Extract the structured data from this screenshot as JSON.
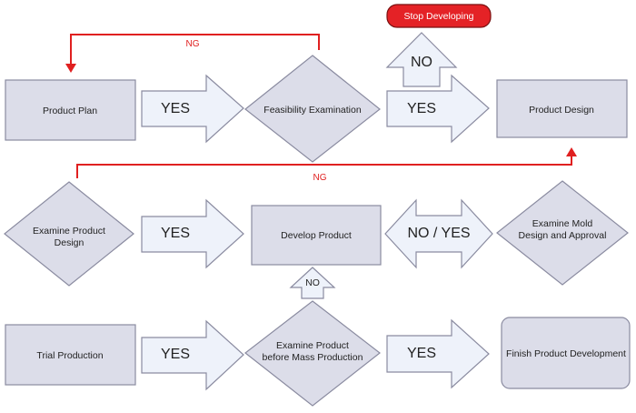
{
  "colors": {
    "node_fill": "#dcdde9",
    "node_stroke": "#8a8ba0",
    "arrow_fill": "#eef2fa",
    "arrow_stroke": "#8a8ba0",
    "feedback": "#e02020",
    "stop_fill": "#e42226"
  },
  "nodes": {
    "product_plan": "Product Plan",
    "feasibility": "Feasibility Examination",
    "product_design": "Product Design",
    "examine_design_l1": "Examine Product",
    "examine_design_l2": "Design",
    "develop_product": "Develop Product",
    "examine_mold_l1": "Examine Mold",
    "examine_mold_l2": "Design and Approval",
    "trial_production": "Trial Production",
    "examine_mass_l1": "Examine Product",
    "examine_mass_l2": "before Mass Production",
    "finish": "Finish Product Development",
    "stop": "Stop Developing"
  },
  "arrows": {
    "yes_1": "YES",
    "yes_2": "YES",
    "no_up_1": "NO",
    "yes_3": "YES",
    "no_yes": "NO / YES",
    "no_up_2": "NO",
    "yes_4": "YES",
    "yes_5": "YES"
  },
  "feedback": {
    "ng_top": "NG",
    "ng_middle": "NG"
  }
}
